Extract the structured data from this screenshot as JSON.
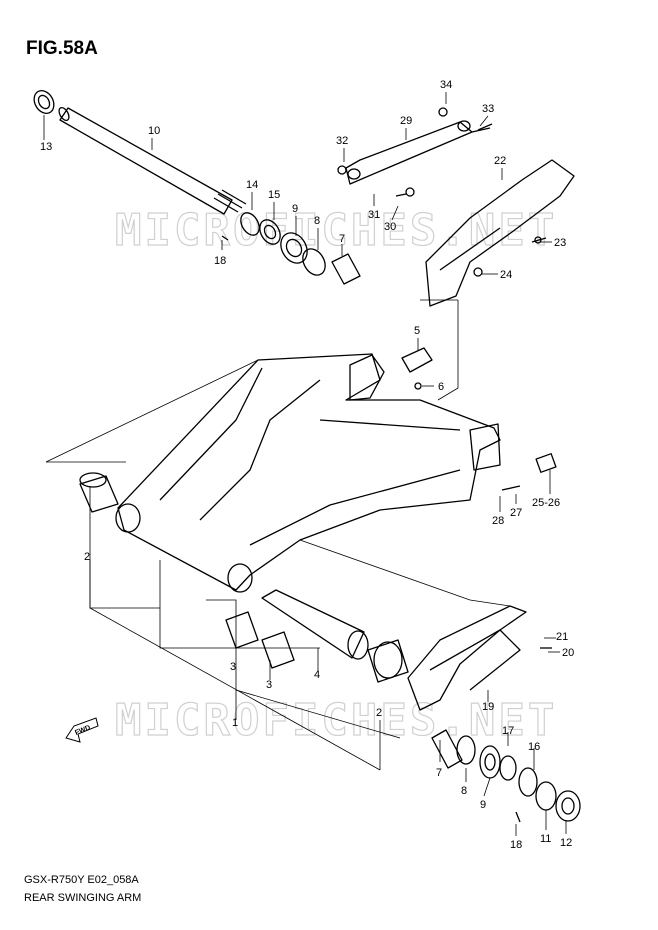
{
  "figure": {
    "title": "FIG.58A"
  },
  "footer": {
    "code": "GSX-R750Y E02_058A",
    "name": "REAR SWINGING ARM"
  },
  "watermark": {
    "text": "MICROFICHES.NET"
  },
  "fwd": {
    "label": "FWD"
  },
  "parts": [
    {
      "n": "13"
    },
    {
      "n": "10"
    },
    {
      "n": "14"
    },
    {
      "n": "15"
    },
    {
      "n": "9"
    },
    {
      "n": "8"
    },
    {
      "n": "7"
    },
    {
      "n": "18"
    },
    {
      "n": "34"
    },
    {
      "n": "33"
    },
    {
      "n": "29"
    },
    {
      "n": "32"
    },
    {
      "n": "22"
    },
    {
      "n": "31"
    },
    {
      "n": "30"
    },
    {
      "n": "23"
    },
    {
      "n": "24"
    },
    {
      "n": "5"
    },
    {
      "n": "6"
    },
    {
      "n": "27"
    },
    {
      "n": "28"
    },
    {
      "n": "25-26"
    },
    {
      "n": "2"
    },
    {
      "n": "3"
    },
    {
      "n": "4"
    },
    {
      "n": "3"
    },
    {
      "n": "1"
    },
    {
      "n": "2"
    },
    {
      "n": "21"
    },
    {
      "n": "20"
    },
    {
      "n": "19"
    },
    {
      "n": "17"
    },
    {
      "n": "16"
    },
    {
      "n": "7"
    },
    {
      "n": "8"
    },
    {
      "n": "9"
    },
    {
      "n": "11"
    },
    {
      "n": "12"
    },
    {
      "n": "18"
    }
  ]
}
